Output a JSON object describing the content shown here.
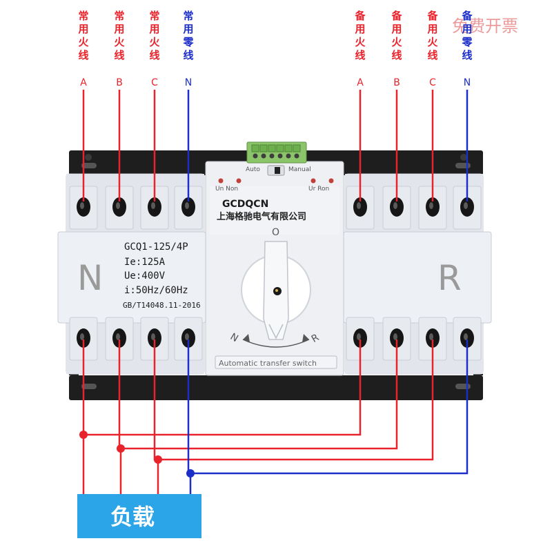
{
  "colors": {
    "live": "#e8232b",
    "neutral": "#1c2ec8",
    "load_bg": "#2ba4e8",
    "housing": "#e6e9ef",
    "rail": "#1a1a1a",
    "terminal": "#a8d48a"
  },
  "watermark": "免费开票",
  "main_supply": {
    "labels": [
      {
        "text": "常用火线",
        "phase": "A",
        "kind": "live"
      },
      {
        "text": "常用火线",
        "phase": "B",
        "kind": "live"
      },
      {
        "text": "常用火线",
        "phase": "C",
        "kind": "live"
      },
      {
        "text": "常用零线",
        "phase": "N",
        "kind": "neutral"
      }
    ]
  },
  "backup_supply": {
    "labels": [
      {
        "text": "备用火线",
        "phase": "A",
        "kind": "live"
      },
      {
        "text": "备用火线",
        "phase": "B",
        "kind": "live"
      },
      {
        "text": "备用火线",
        "phase": "C",
        "kind": "live"
      },
      {
        "text": "备用零线",
        "phase": "N",
        "kind": "neutral"
      }
    ]
  },
  "device": {
    "brand": "GCDQCN",
    "company": "上海格驰电气有限公司",
    "model": "GCQ1-125/4P",
    "rated_current": "Ie:125A",
    "rated_voltage": "Ue:400V",
    "frequency": "i:50Hz/60Hz",
    "standard": "GB/T14048.11-2016",
    "left_letter": "N",
    "right_letter": "R",
    "mode_auto": "Auto",
    "mode_manual": "Manual",
    "indicator_left": "Un  Non",
    "indicator_right": "Ur  Ron",
    "knob_top": "O",
    "knob_left": "N",
    "knob_right": "R",
    "footer": "Automatic transfer switch"
  },
  "load": {
    "label": "负载"
  }
}
